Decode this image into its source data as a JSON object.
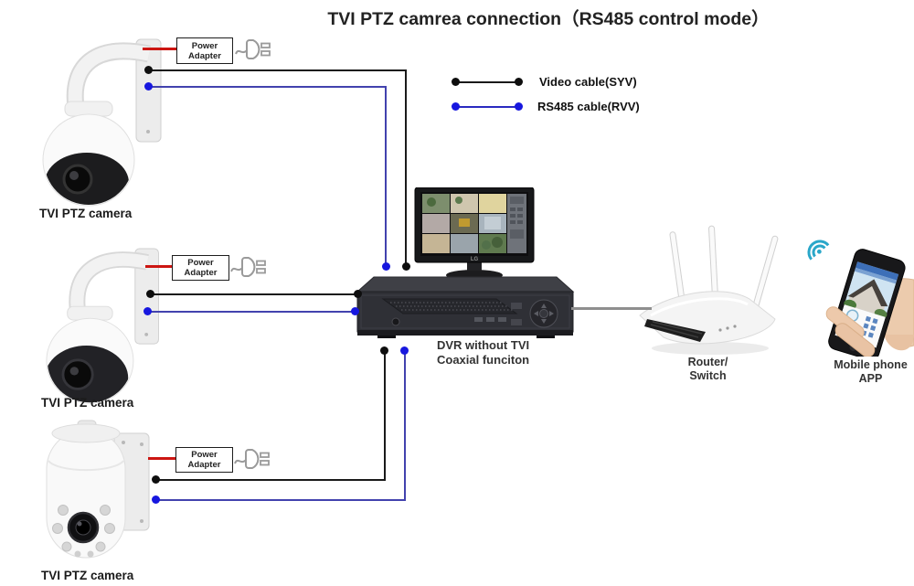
{
  "title": "TVI PTZ camrea connection（RS485 control mode）",
  "legend": {
    "items": [
      {
        "label": "Video cable(SYV)",
        "color": "#111111"
      },
      {
        "label": "RS485 cable(RVV)",
        "color": "#1717df"
      }
    ]
  },
  "cameras": [
    {
      "label": "TVI PTZ camera"
    },
    {
      "label": "TVI PTZ camera"
    },
    {
      "label": "TVI PTZ camera"
    }
  ],
  "power_adapter": {
    "line1": "Power",
    "line2": "Adapter"
  },
  "dvr": {
    "line1": "DVR without TVI",
    "line2": "Coaxial funciton"
  },
  "router": {
    "line1": "Router/",
    "line2": "Switch"
  },
  "mobile": {
    "line1": "Mobile phone",
    "line2": "APP"
  },
  "monitor": {
    "brand": "LG"
  },
  "colors": {
    "video_cable": "#1a1a1a",
    "rs485_cable": "#1717df",
    "power_cable": "#cc1511",
    "network_link": "#8f8f8f",
    "wifi_icon": "#2aa7c9"
  },
  "icons": {
    "power_plug": "eu-two-prong-plug-outline",
    "wifi": "wifi-signal-arcs"
  }
}
